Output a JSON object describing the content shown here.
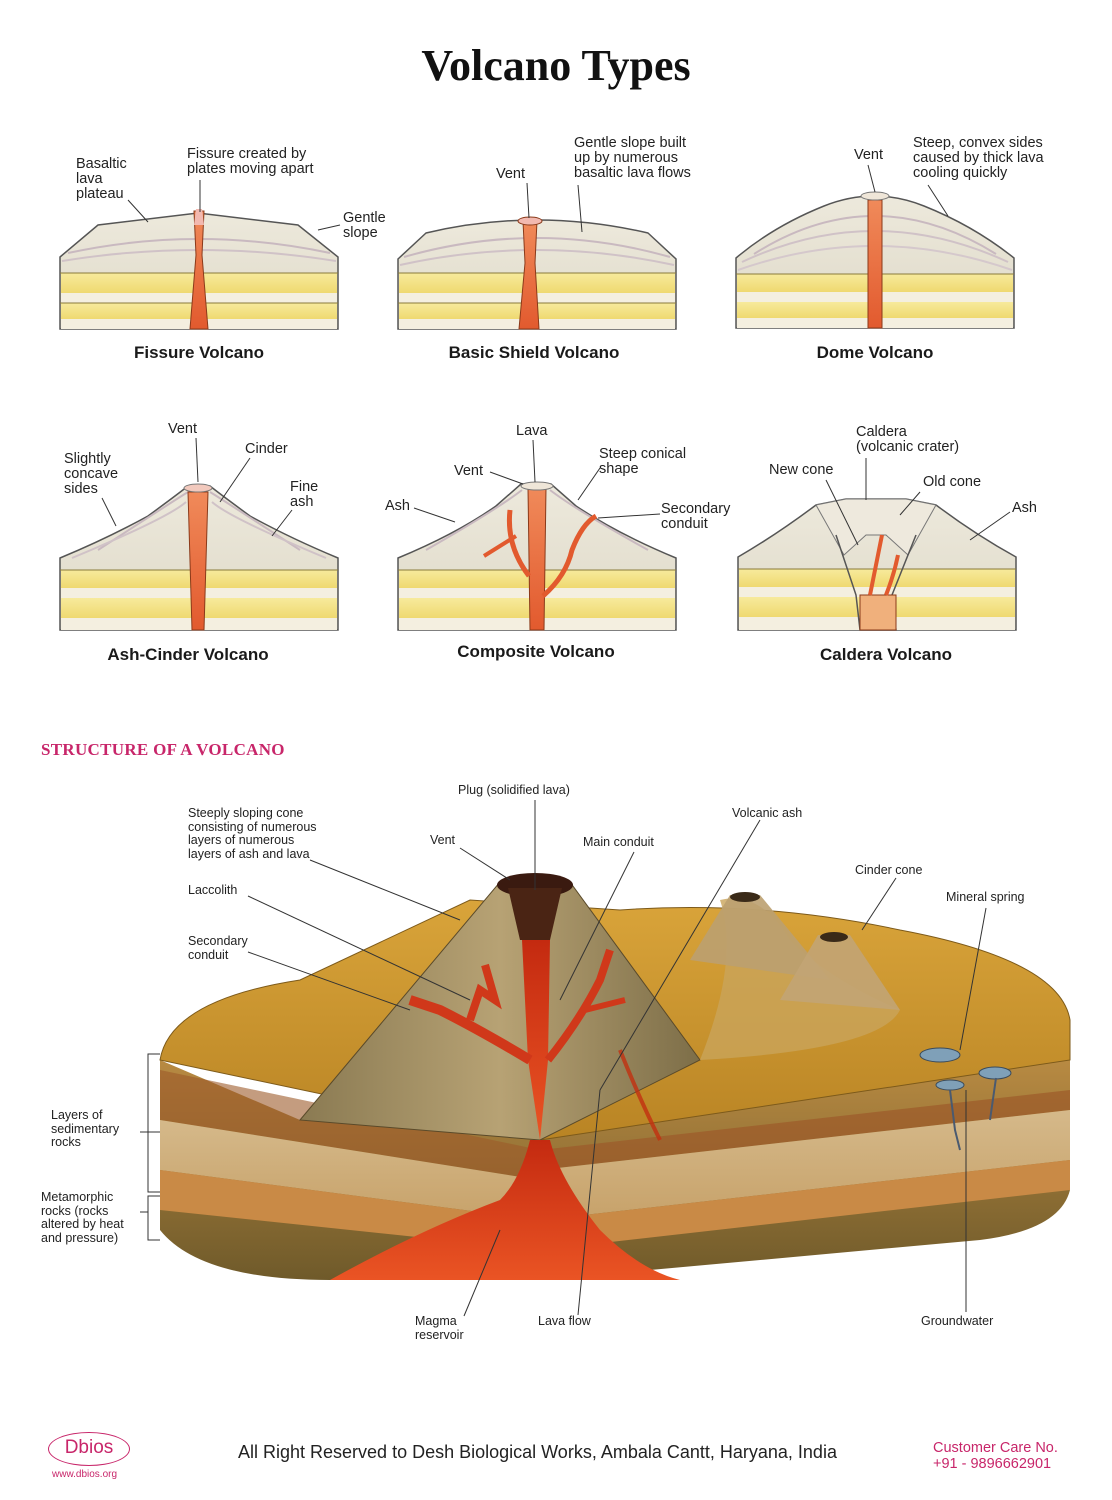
{
  "title": "Volcano Types",
  "types": {
    "fissure": {
      "caption": "Fissure Volcano",
      "labels": {
        "plateau": [
          "Basaltic",
          "lava",
          "plateau"
        ],
        "fissure": [
          "Fissure created by",
          "plates moving apart"
        ],
        "slope": [
          "Gentle",
          "slope"
        ]
      }
    },
    "shield": {
      "caption": "Basic Shield Volcano",
      "labels": {
        "vent": "Vent",
        "slope": [
          "Gentle slope built",
          "up by numerous",
          "basaltic lava flows"
        ]
      }
    },
    "dome": {
      "caption": "Dome Volcano",
      "labels": {
        "vent": "Vent",
        "sides": [
          "Steep, convex sides",
          "caused by thick lava",
          "cooling quickly"
        ]
      }
    },
    "ash_cinder": {
      "caption": "Ash-Cinder Volcano",
      "labels": {
        "vent": "Vent",
        "cinder": "Cinder",
        "sides": [
          "Slightly",
          "concave",
          "sides"
        ],
        "ash": [
          "Fine",
          "ash"
        ]
      }
    },
    "composite": {
      "caption": "Composite Volcano",
      "labels": {
        "lava": "Lava",
        "vent": "Vent",
        "shape": [
          "Steep conical",
          "shape"
        ],
        "ash": "Ash",
        "conduit": [
          "Secondary",
          "conduit"
        ]
      }
    },
    "caldera": {
      "caption": "Caldera Volcano",
      "labels": {
        "caldera": [
          "Caldera",
          "(volcanic crater)"
        ],
        "new_cone": "New cone",
        "old_cone": "Old cone",
        "ash": "Ash"
      }
    }
  },
  "structure": {
    "title": "STRUCTURE OF A VOLCANO",
    "labels": {
      "plug": "Plug (solidified lava)",
      "cone": [
        "Steeply sloping cone",
        "consisting of numerous",
        "layers of numerous",
        "layers of ash and lava"
      ],
      "vent": "Vent",
      "main_conduit": "Main conduit",
      "volcanic_ash": "Volcanic ash",
      "cinder_cone": "Cinder cone",
      "mineral_spring": "Mineral spring",
      "laccolith": "Laccolith",
      "secondary_conduit": [
        "Secondary",
        "conduit"
      ],
      "sedimentary": [
        "Layers of",
        "sedimentary",
        "rocks"
      ],
      "metamorphic": [
        "Metamorphic",
        "rocks (rocks",
        "altered by heat",
        "and pressure)"
      ],
      "magma": [
        "Magma",
        "reservoir"
      ],
      "lava_flow": "Lava flow",
      "groundwater": "Groundwater"
    }
  },
  "footer": {
    "logo": "Dbios",
    "url": "www.dbios.org",
    "rights": "All Right Reserved to Desh Biological Works, Ambala Cantt, Haryana, India",
    "care_label": "Customer Care No.",
    "care_number": "+91 - 9896662901"
  },
  "colors": {
    "accent": "#c8266a",
    "magma": "#e0532a",
    "sand": "#f2e08a",
    "slope": "#e6e2d3"
  }
}
